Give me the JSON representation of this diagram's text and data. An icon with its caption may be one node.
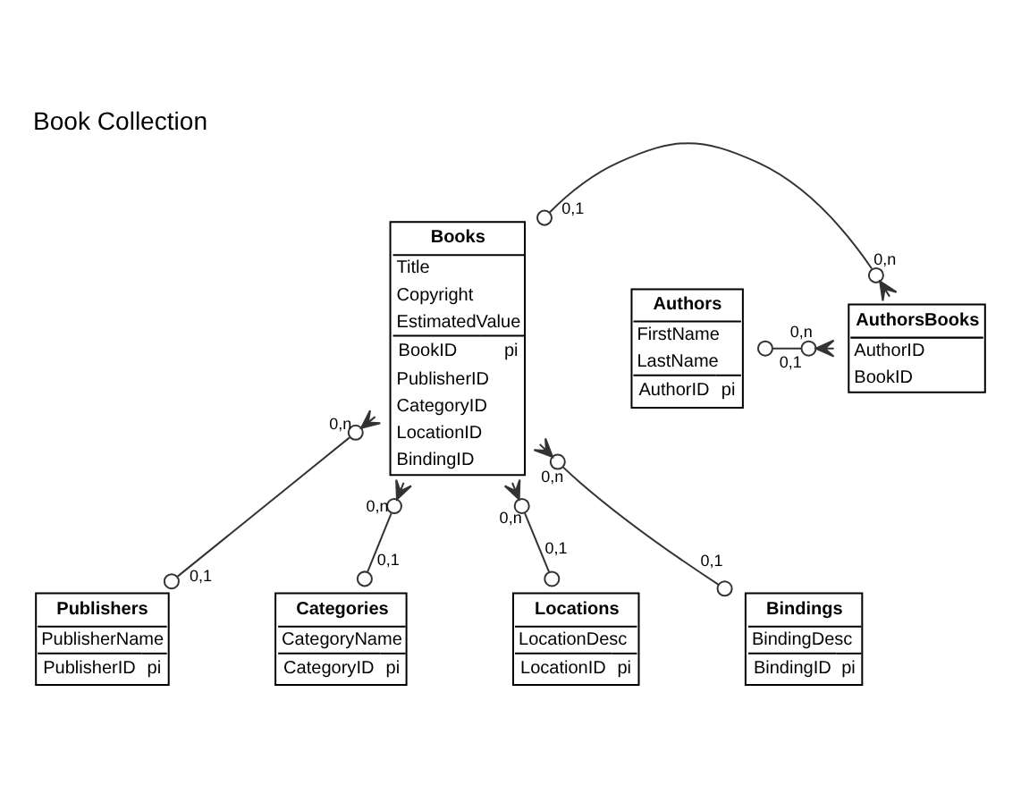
{
  "diagram": {
    "title": "Book Collection",
    "nodes": [
      {
        "text": [
          "Books",
          "Title",
          "Copyright",
          "EstimatedValue",
          "BookID",
          "pi",
          "PublisherID",
          "CategoryID",
          "LocationID",
          "BindingID"
        ]
      },
      {
        "text": [
          "AuthorsBooks",
          "AuthorID",
          "BookID"
        ]
      },
      {
        "text": [
          "Authors",
          "FirstName",
          "LastName",
          "AuthorID",
          "pi"
        ]
      },
      {
        "text": [
          "Publishers",
          "PublisherName",
          "PublisherID",
          "pi"
        ]
      },
      {
        "text": [
          "Categories",
          "CategoryName",
          "CategoryID",
          "pi"
        ]
      },
      {
        "text": [
          "Locations",
          "LocationDesc",
          "LocationID",
          "pi"
        ]
      },
      {
        "text": [
          "Bindings",
          "BindingDesc",
          "BindingID",
          "pi"
        ]
      }
    ],
    "edges": [
      {
        "from": 0,
        "to": 1,
        "arrow": "other"
      },
      {
        "from": 2,
        "to": 1,
        "arrow": "other"
      },
      {
        "from": 0,
        "to": 3,
        "arrow": "other"
      },
      {
        "from": 0,
        "to": 4,
        "arrow": "other"
      },
      {
        "from": 0,
        "to": 5,
        "arrow": "other"
      },
      {
        "from": 0,
        "to": 6,
        "arrow": "other"
      }
    ],
    "labels": [
      "0,1",
      "0,n",
      "0,1",
      "0,n",
      "0,n",
      "0,1",
      "0,n",
      "0,1",
      "0,n",
      "0,1",
      "0,n",
      "0,1"
    ]
  }
}
